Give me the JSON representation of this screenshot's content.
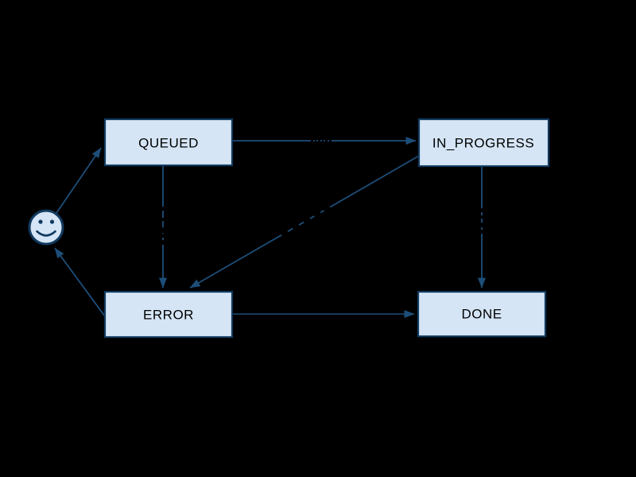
{
  "diagram": {
    "type": "state-diagram",
    "colors": {
      "background": "#000000",
      "node_fill": "#d5e5f5",
      "node_border": "#123a5f",
      "edge": "#1d4e79",
      "label_text": "#000000"
    },
    "nodes": [
      {
        "id": "queued",
        "label": "QUEUED"
      },
      {
        "id": "in_progress",
        "label": "IN_PROGRESS"
      },
      {
        "id": "error",
        "label": "ERROR"
      },
      {
        "id": "done",
        "label": "DONE"
      },
      {
        "id": "actor",
        "label": "",
        "icon": "smiley-face-icon"
      }
    ],
    "edges": [
      {
        "from": "actor",
        "to": "queued",
        "label": ""
      },
      {
        "from": "queued",
        "to": "in_progress",
        "label": ""
      },
      {
        "from": "queued",
        "to": "error",
        "label": ""
      },
      {
        "from": "in_progress",
        "to": "error",
        "label": ""
      },
      {
        "from": "in_progress",
        "to": "done",
        "label": ""
      },
      {
        "from": "error",
        "to": "done",
        "label": ""
      },
      {
        "from": "error",
        "to": "actor",
        "label": ""
      }
    ]
  }
}
